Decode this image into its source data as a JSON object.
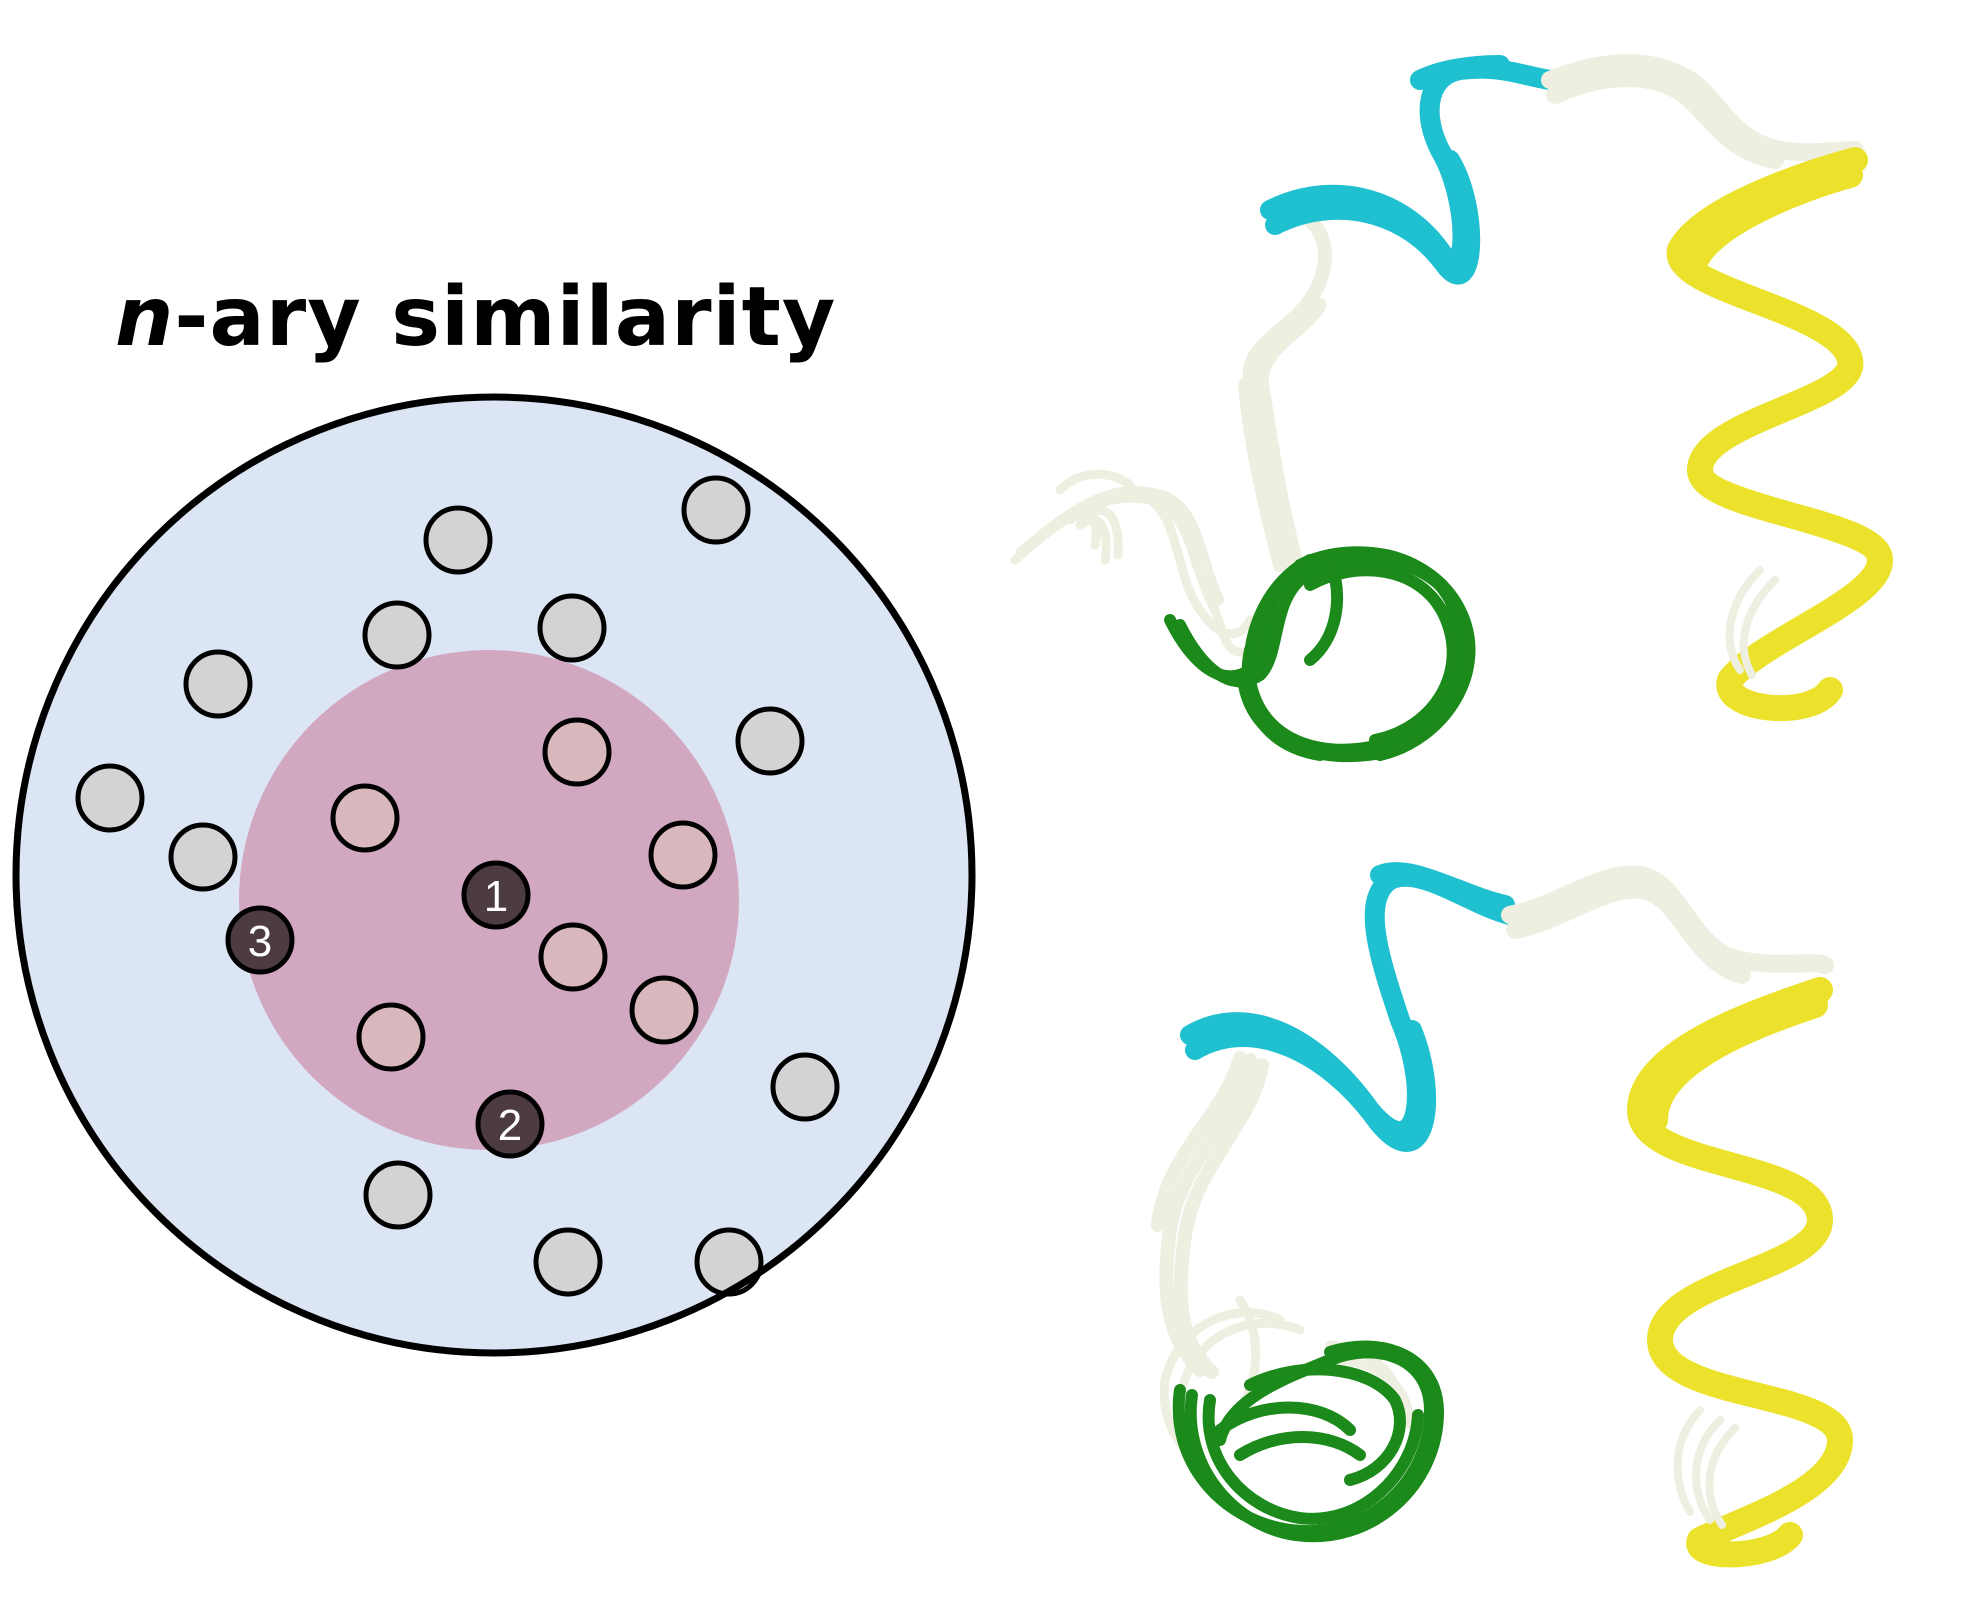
{
  "title": {
    "prefix": "n",
    "rest": "-ary similarity"
  },
  "colors": {
    "outer_disc": "#dbe5f4",
    "inner_disc": "#d2a8c1",
    "point_outside": "#d3d3d6",
    "point_inside": "#d9b8bd",
    "point_selected": "#4d3b44",
    "outline": "#000000",
    "ribbon_cyan": "#1fc0cf",
    "ribbon_white": "#eeeee1",
    "ribbon_green": "#1b8a1b",
    "ribbon_yellow": "#ece22c"
  },
  "selected_points": [
    {
      "label": "1"
    },
    {
      "label": "2"
    },
    {
      "label": "3"
    }
  ],
  "structures": [
    {
      "name": "structure-ensemble-top"
    },
    {
      "name": "structure-ensemble-bottom"
    }
  ]
}
